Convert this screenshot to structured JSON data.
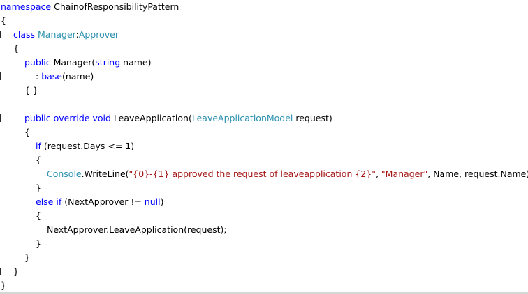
{
  "code_lines": [
    {
      "indent": 0,
      "tokens": [
        {
          "t": "namespace",
          "c": "kw"
        },
        {
          "t": " ChainofResponsibilityPattern",
          "c": "plain"
        }
      ]
    },
    {
      "indent": 0,
      "tokens": [
        {
          "t": "{",
          "c": "plain"
        }
      ]
    },
    {
      "indent": 1,
      "tokens": [
        {
          "t": "class",
          "c": "kw"
        },
        {
          "t": " ",
          "c": "plain"
        },
        {
          "t": "Manager",
          "c": "type"
        },
        {
          "t": ":",
          "c": "plain"
        },
        {
          "t": "Approver",
          "c": "type"
        }
      ]
    },
    {
      "indent": 1,
      "tokens": [
        {
          "t": "{",
          "c": "plain"
        }
      ]
    },
    {
      "indent": 2,
      "tokens": [
        {
          "t": "public",
          "c": "kw"
        },
        {
          "t": " Manager(",
          "c": "plain"
        },
        {
          "t": "string",
          "c": "kw"
        },
        {
          "t": " name)",
          "c": "plain"
        }
      ]
    },
    {
      "indent": 3,
      "tokens": [
        {
          "t": ": ",
          "c": "plain"
        },
        {
          "t": "base",
          "c": "kw"
        },
        {
          "t": "(name)",
          "c": "plain"
        }
      ]
    },
    {
      "indent": 2,
      "tokens": [
        {
          "t": "{ }",
          "c": "plain"
        }
      ]
    },
    {
      "indent": 0,
      "tokens": []
    },
    {
      "indent": 2,
      "tokens": [
        {
          "t": "public",
          "c": "kw"
        },
        {
          "t": " ",
          "c": "plain"
        },
        {
          "t": "override",
          "c": "kw"
        },
        {
          "t": " ",
          "c": "plain"
        },
        {
          "t": "void",
          "c": "kw"
        },
        {
          "t": " LeaveApplication(",
          "c": "plain"
        },
        {
          "t": "LeaveApplicationModel",
          "c": "type"
        },
        {
          "t": " request)",
          "c": "plain"
        }
      ]
    },
    {
      "indent": 2,
      "tokens": [
        {
          "t": "{",
          "c": "plain"
        }
      ]
    },
    {
      "indent": 3,
      "tokens": [
        {
          "t": "if",
          "c": "kw"
        },
        {
          "t": " (request.Days <= 1)",
          "c": "plain"
        }
      ]
    },
    {
      "indent": 3,
      "tokens": [
        {
          "t": "{",
          "c": "plain"
        }
      ]
    },
    {
      "indent": 4,
      "tokens": [
        {
          "t": "Console",
          "c": "type"
        },
        {
          "t": ".WriteLine(",
          "c": "plain"
        },
        {
          "t": "\"{0}-{1} approved the request of leaveapplication {2}\"",
          "c": "str"
        },
        {
          "t": ", ",
          "c": "plain"
        },
        {
          "t": "\"Manager\"",
          "c": "str"
        },
        {
          "t": ", Name, request.Name);",
          "c": "plain"
        }
      ]
    },
    {
      "indent": 3,
      "tokens": [
        {
          "t": "}",
          "c": "plain"
        }
      ]
    },
    {
      "indent": 3,
      "tokens": [
        {
          "t": "else",
          "c": "kw"
        },
        {
          "t": " ",
          "c": "plain"
        },
        {
          "t": "if",
          "c": "kw"
        },
        {
          "t": " (NextApprover != ",
          "c": "plain"
        },
        {
          "t": "null",
          "c": "kw"
        },
        {
          "t": ")",
          "c": "plain"
        }
      ]
    },
    {
      "indent": 3,
      "tokens": [
        {
          "t": "{",
          "c": "plain"
        }
      ]
    },
    {
      "indent": 4,
      "tokens": [
        {
          "t": "NextApprover.LeaveApplication(request);",
          "c": "plain"
        }
      ]
    },
    {
      "indent": 3,
      "tokens": [
        {
          "t": "}",
          "c": "plain"
        }
      ]
    },
    {
      "indent": 2,
      "tokens": [
        {
          "t": "}",
          "c": "plain"
        }
      ]
    },
    {
      "indent": 1,
      "tokens": [
        {
          "t": "}",
          "c": "plain"
        }
      ]
    },
    {
      "indent": 0,
      "tokens": [
        {
          "t": "}",
          "c": "plain"
        }
      ]
    }
  ],
  "colors": {
    "keyword": "#0000ff",
    "type": "#2b91af",
    "string": "#a31515",
    "plain": "#000000",
    "background": "#ffffff"
  }
}
